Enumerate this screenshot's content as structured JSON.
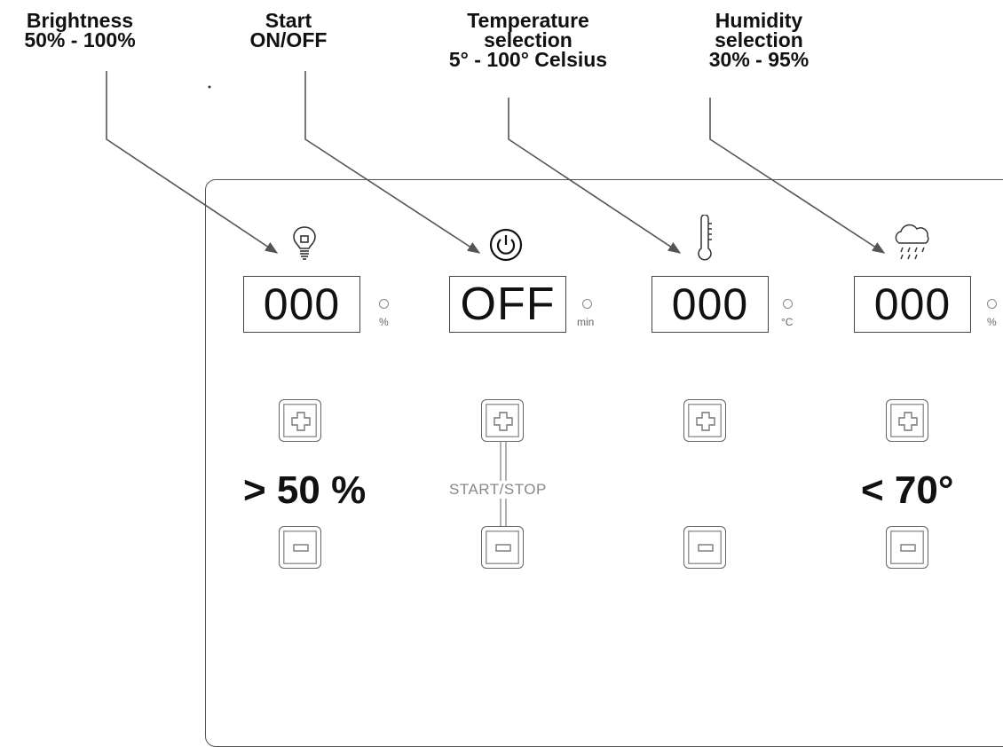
{
  "callouts": {
    "brightness": {
      "line1": "Brightness",
      "line2": "50% - 100%"
    },
    "start": {
      "line1": "Start",
      "line2": "ON/OFF"
    },
    "temperature": {
      "line1": "Temperature",
      "line2": "selection",
      "line3": "5° - 100° Celsius"
    },
    "humidity": {
      "line1": "Humidity",
      "line2": "selection",
      "line3": "30% - 95%"
    }
  },
  "controls": {
    "brightness": {
      "display": "000",
      "unit": "%",
      "icon": "light-bulb-icon"
    },
    "timer": {
      "display": "OFF",
      "unit": "min",
      "icon": "power-icon",
      "startstop_label": "START/STOP"
    },
    "temperature": {
      "display": "000",
      "unit": "°C",
      "icon": "thermometer-icon"
    },
    "humidity": {
      "display": "000",
      "unit": "%",
      "icon": "rain-cloud-icon"
    }
  },
  "notes": {
    "brightness": "> 50 %",
    "humidity": "< 70°"
  },
  "colors": {
    "line": "#555555",
    "text": "#111111",
    "muted": "#888888"
  }
}
